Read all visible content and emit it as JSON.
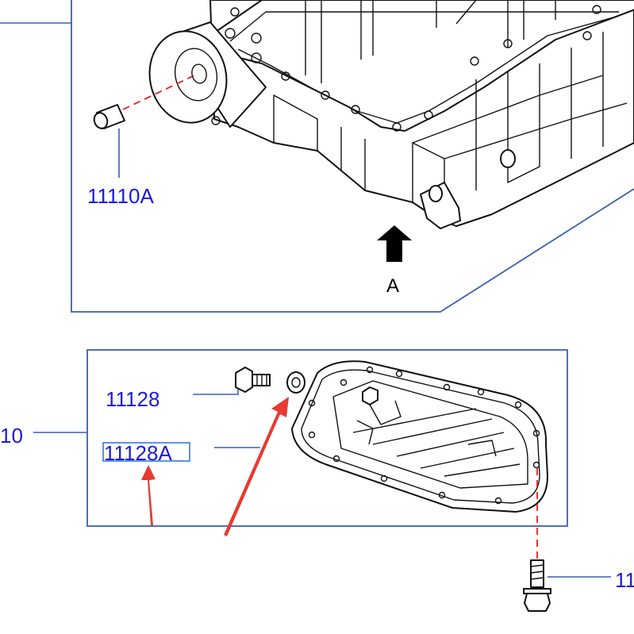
{
  "labels": {
    "dowel": "11110A",
    "view_marker": "A",
    "drain_plug": "11128",
    "gasket_washer": "11128A",
    "assembly_left_cut": "10",
    "bolt_right_cut": "11"
  },
  "colors": {
    "label_blue": "#1a1adf",
    "frame_blue": "#3a5fb0",
    "red_arrow": "#e83a30",
    "highlight_box": "#2a6fe0"
  },
  "icons": {
    "view_arrow": "up-arrow-icon",
    "callout_arrows": "red-arrow-icon"
  }
}
